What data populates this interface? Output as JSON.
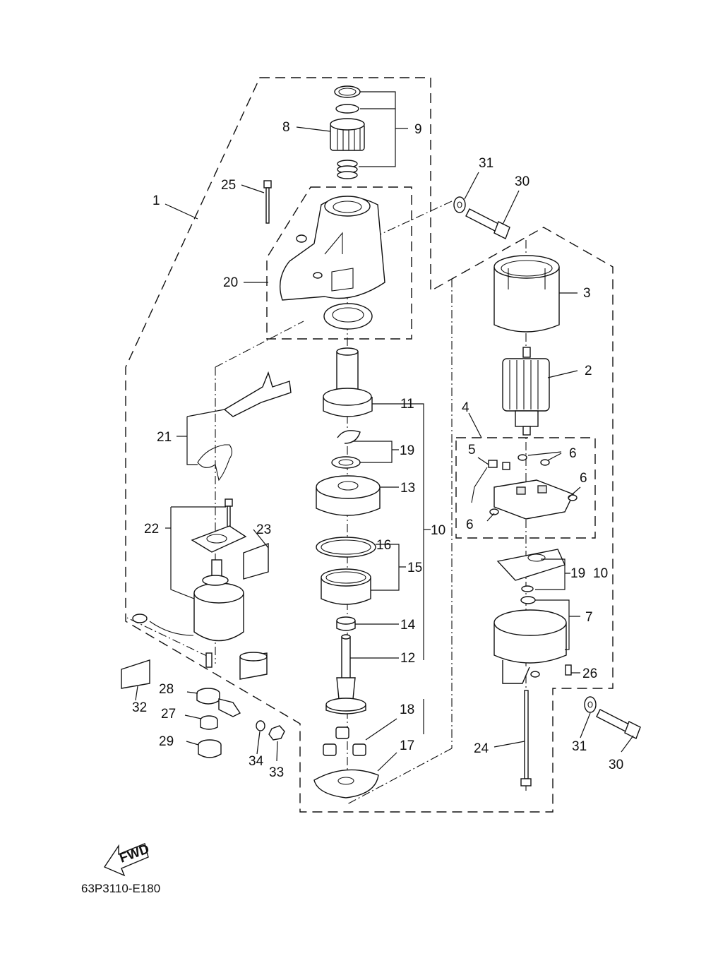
{
  "diagram": {
    "code": "63P3110-E180",
    "fwd_label": "FWD",
    "callouts": {
      "c1": "1",
      "c2": "2",
      "c3": "3",
      "c4": "4",
      "c5": "5",
      "c6a": "6",
      "c6b": "6",
      "c6c": "6",
      "c7": "7",
      "c8": "8",
      "c9": "9",
      "c10": "10",
      "c11": "11",
      "c12": "12",
      "c13": "13",
      "c14": "14",
      "c15": "15",
      "c16": "16",
      "c17": "17",
      "c18": "18",
      "c19a": "19",
      "c19b": "19",
      "c10b": "10",
      "c20": "20",
      "c21": "21",
      "c22": "22",
      "c23": "23",
      "c24": "24",
      "c25": "25",
      "c26": "26",
      "c27": "27",
      "c28": "28",
      "c29": "29",
      "c30a": "30",
      "c30b": "30",
      "c31a": "31",
      "c31b": "31",
      "c32": "32",
      "c33": "33",
      "c34": "34"
    }
  }
}
